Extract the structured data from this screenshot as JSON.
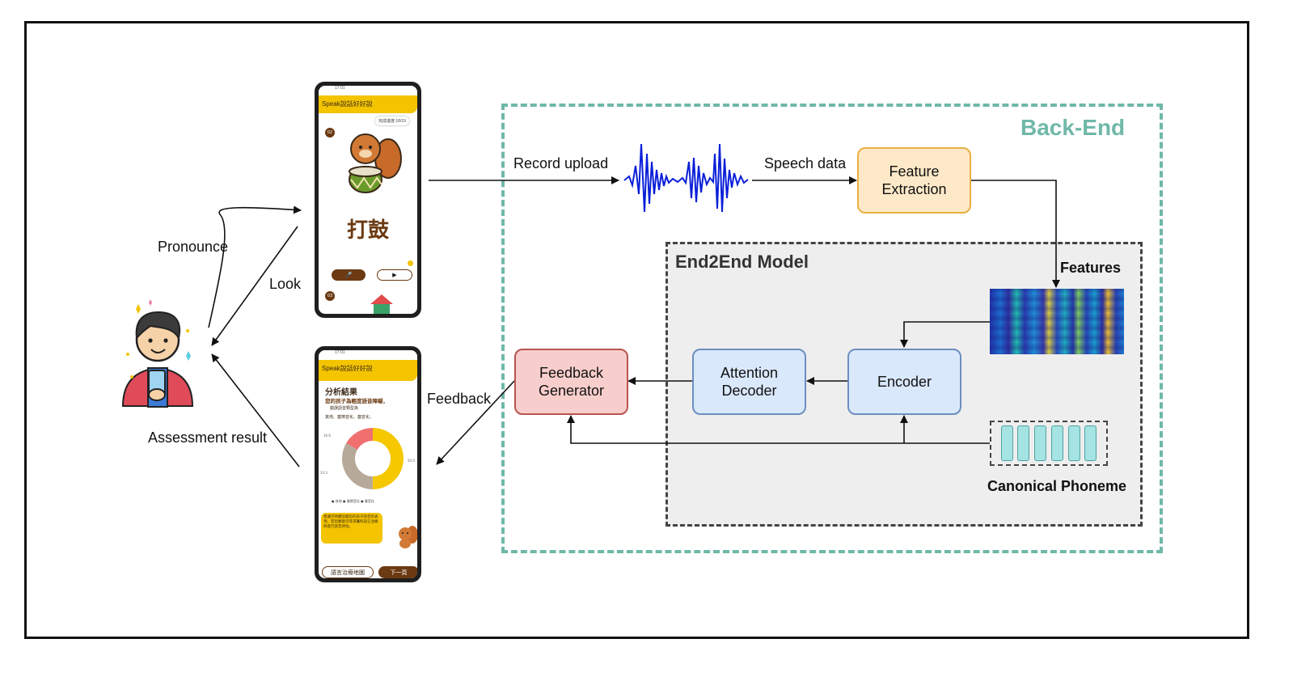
{
  "labels": {
    "pronounce": "Pronounce",
    "look": "Look",
    "assessment_result": "Assessment result",
    "record_upload": "Record upload",
    "speech_data": "Speech data",
    "feedback": "Feedback",
    "features": "Features",
    "canonical_phoneme": "Canonical Phoneme"
  },
  "backend": {
    "title": "Back-End",
    "color": "#6fb8a8"
  },
  "model": {
    "title": "End2End Model"
  },
  "boxes": {
    "feature_extraction": {
      "text": "Feature\nExtraction",
      "fill": "#fde9c8",
      "border": "#e8b040"
    },
    "encoder": {
      "text": "Encoder",
      "fill": "#dae8fc",
      "border": "#6c8ebf"
    },
    "attention_decoder": {
      "text": "Attention\nDecoder",
      "fill": "#dae8fc",
      "border": "#6c8ebf"
    },
    "feedback_generator": {
      "text": "Feedback\nGenerator",
      "fill": "#f8cecc",
      "border": "#b85450"
    }
  },
  "phone_top": {
    "status": "17:01",
    "app_title": "Speak說話好好說",
    "progress": "完成進度:18/19",
    "item_num": "02",
    "next_num": "03",
    "word": "打鼓"
  },
  "phone_bottom": {
    "status": "17:01",
    "app_title": "Speak說話好好說",
    "heading": "分析結果",
    "line1": "您的孩子為輕度語音障礙，",
    "line2": "錯誤語音類型為",
    "line3": "其他、塞擦音化、塞音化。",
    "pie_label_left_top": "16.6",
    "pie_label_left": "33.3",
    "pie_label_right": "50.0",
    "legend": "● 其他 ● 塞擦音化 ● 塞音化",
    "advice": "建議可持續追蹤您的孩子語音的表現，若您願意可尋求醫料語言治療師進行語音評估。",
    "btn_map": "語言治療地圖",
    "btn_next": "下一頁",
    "pie_values": [
      50.0,
      33.3,
      16.6
    ],
    "pie_colors": [
      "#f5c800",
      "#b7a999",
      "#f07070"
    ]
  }
}
